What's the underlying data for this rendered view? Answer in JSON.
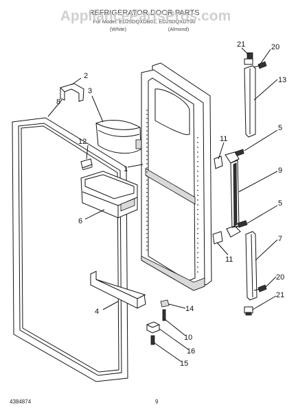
{
  "header": {
    "title": "REFRIGERATOR DOOR PARTS",
    "model_line": "For Model: ED25DQXDB01, ED25DQXDT00",
    "color_left": "(White)",
    "color_right": "(Almond)"
  },
  "watermark": {
    "text": "AppliancePartsPros.com"
  },
  "callouts": {
    "c1": "1",
    "c2": "2",
    "c3": "3",
    "c4": "4",
    "c5a": "5",
    "c5b": "5",
    "c6": "6",
    "c7": "7",
    "c8": "8",
    "c9": "9",
    "c10": "10",
    "c11a": "11",
    "c11b": "11",
    "c12": "12",
    "c13": "13",
    "c14": "14",
    "c15": "15",
    "c16": "16",
    "c20a": "20",
    "c20b": "20",
    "c21a": "21",
    "c21b": "21"
  },
  "footer": {
    "part_number": "4384874",
    "page_number": "9"
  }
}
